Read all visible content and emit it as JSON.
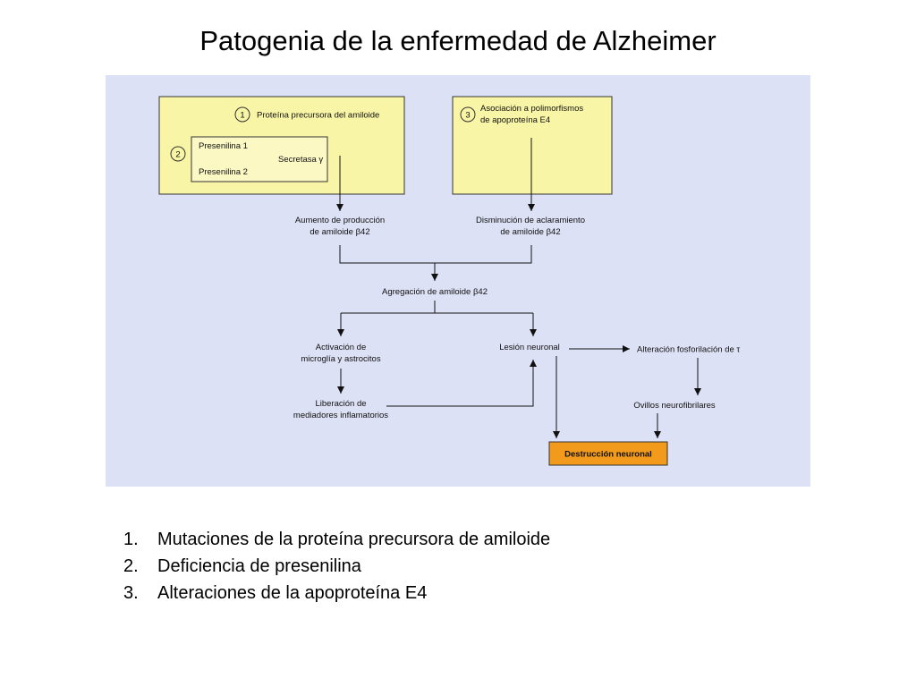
{
  "slide": {
    "title": "Patogenia de la enfermedad de Alzheimer"
  },
  "diagram": {
    "box_yellow_left": {
      "badge_1": "1",
      "label_1": "Proteína precursora del amiloide",
      "badge_2": "2",
      "presenilina_1": "Presenilina 1",
      "secretasa": "Secretasa γ",
      "presenilina_2": "Presenilina 2"
    },
    "box_yellow_right": {
      "badge_3": "3",
      "label_line1": "Asociación a polimorfismos",
      "label_line2": "de apoproteína E4"
    },
    "nodes": {
      "aumento_line1": "Aumento de producción",
      "aumento_line2": "de amiloide β42",
      "disminucion_line1": "Disminución de aclaramiento",
      "disminucion_line2": "de amiloide β42",
      "agregacion": "Agregación de amiloide β42",
      "activacion_line1": "Activación de",
      "activacion_line2": "microglía y astrocitos",
      "lesion": "Lesión neuronal",
      "alteracion": "Alteración fosforilación de τ",
      "liberacion_line1": "Liberación de",
      "liberacion_line2": "mediadores inflamatorios",
      "ovillos": "Ovillos neurofibrilares",
      "destruccion": "Destrucción neuronal"
    },
    "colors": {
      "panel_background": "#dde1f5",
      "yellow_box": "#f9f5a6",
      "orange_box": "#f19a1c",
      "line": "#111111"
    }
  },
  "list": {
    "items": [
      {
        "num": "1.",
        "text": "Mutaciones de la proteína precursora de amiloide"
      },
      {
        "num": "2.",
        "text": "Deficiencia de presenilina"
      },
      {
        "num": "3.",
        "text": "Alteraciones de la apoproteína E4"
      }
    ]
  }
}
